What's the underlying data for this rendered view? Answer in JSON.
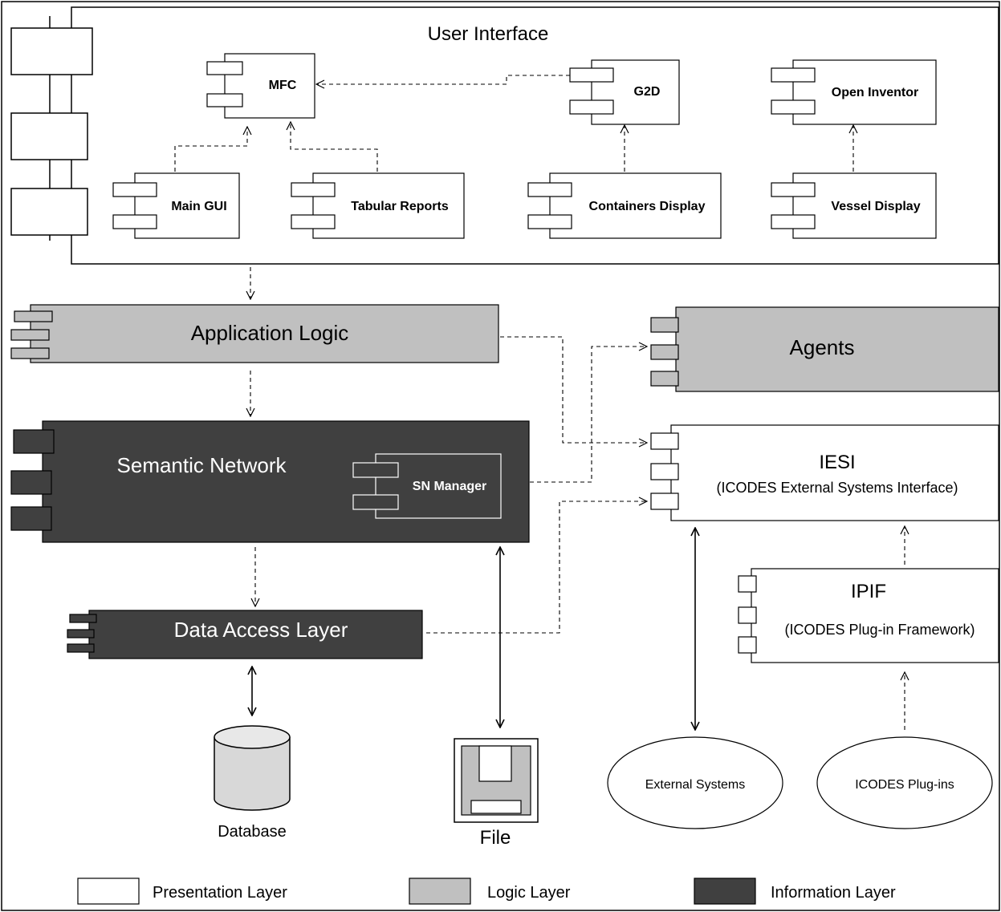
{
  "ui": {
    "title": "User Interface",
    "components": {
      "mfc": "MFC",
      "g2d": "G2D",
      "open_inventor": "Open Inventor",
      "main_gui": "Main GUI",
      "tabular_reports": "Tabular Reports",
      "containers_display": "Containers Display",
      "vessel_display": "Vessel Display"
    }
  },
  "application_logic": "Application Logic",
  "agents": "Agents",
  "semantic_network": "Semantic Network",
  "sn_manager": "SN Manager",
  "iesi": {
    "title": "IESI",
    "subtitle": "(ICODES External Systems Interface)"
  },
  "ipif": {
    "title": "IPIF",
    "subtitle": "(ICODES Plug-in Framework)"
  },
  "data_access_layer": "Data Access Layer",
  "database": "Database",
  "file": "File",
  "external_systems": "External Systems",
  "icodes_plugins": "ICODES Plug-ins",
  "legend": {
    "presentation": "Presentation Layer",
    "logic": "Logic Layer",
    "information": "Information Layer"
  },
  "colors": {
    "presentation": "#ffffff",
    "logic": "#c0c0c0",
    "information": "#404040",
    "line": "#000000"
  }
}
